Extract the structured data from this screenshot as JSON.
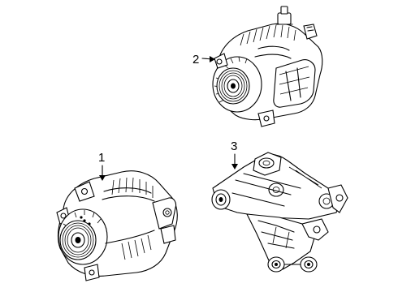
{
  "callouts": [
    {
      "id": "1",
      "label": "1"
    },
    {
      "id": "2",
      "label": "2"
    },
    {
      "id": "3",
      "label": "3"
    }
  ],
  "parts": [
    {
      "callout": "1",
      "kind": "alternator"
    },
    {
      "callout": "2",
      "kind": "alternator"
    },
    {
      "callout": "3",
      "kind": "bracket"
    }
  ]
}
